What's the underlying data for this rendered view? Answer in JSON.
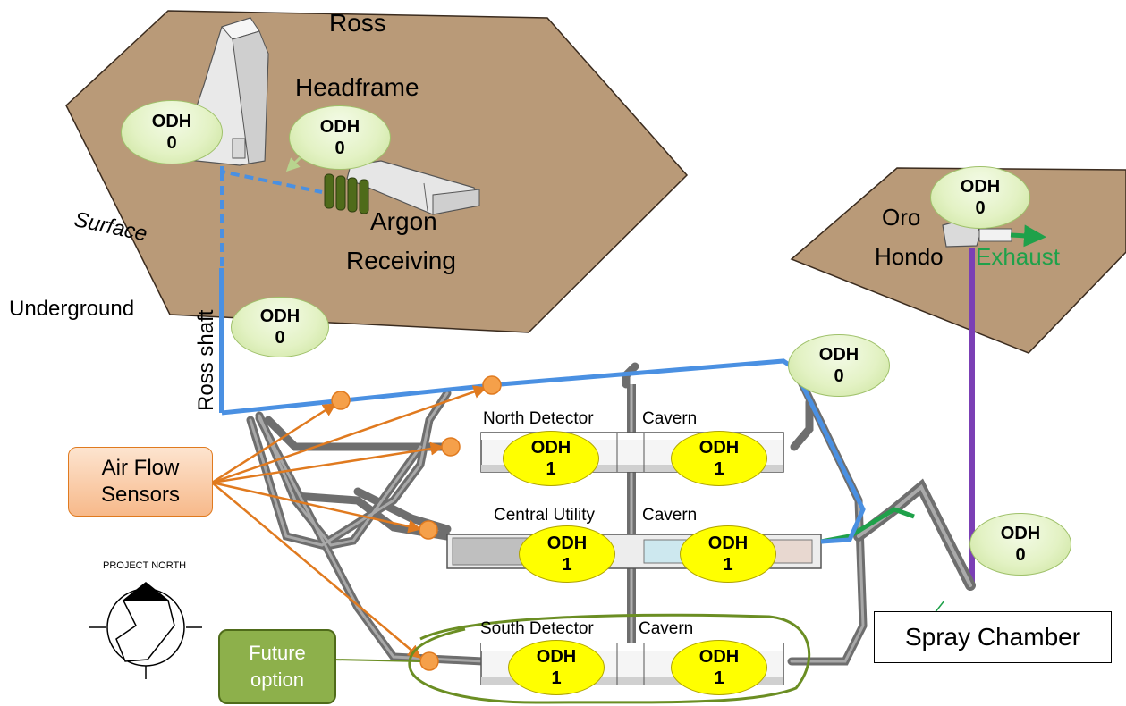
{
  "labels": {
    "ross_headframe_1": "Ross",
    "ross_headframe_2": "Headframe",
    "surface": "Surface",
    "underground": "Underground",
    "argon_1": "Argon",
    "argon_2": "Receiving",
    "ross_shaft": "Ross shaft",
    "oro_1": "Oro",
    "oro_2": "Hondo",
    "exhaust": "Exhaust",
    "north_a": "North Detector",
    "north_b": "Cavern",
    "central_a": "Central Utility",
    "central_b": "Cavern",
    "south_a": "South Detector",
    "south_b": "Cavern",
    "project_north": "PROJECT NORTH"
  },
  "boxes": {
    "air_flow_1": "Air Flow",
    "air_flow_2": "Sensors",
    "future_1": "Future",
    "future_2": "option",
    "spray": "Spray Chamber"
  },
  "odh_badges": [
    {
      "label": "ODH",
      "value": "0"
    },
    {
      "label": "ODH",
      "value": "0"
    },
    {
      "label": "ODH",
      "value": "0"
    },
    {
      "label": "ODH",
      "value": "0"
    },
    {
      "label": "ODH",
      "value": "0"
    },
    {
      "label": "ODH",
      "value": "0"
    },
    {
      "label": "ODH",
      "value": "1"
    },
    {
      "label": "ODH",
      "value": "1"
    },
    {
      "label": "ODH",
      "value": "1"
    },
    {
      "label": "ODH",
      "value": "1"
    },
    {
      "label": "ODH",
      "value": "1"
    },
    {
      "label": "ODH",
      "value": "1"
    }
  ],
  "colors": {
    "surface": "#b99a78",
    "shaft_line": "#4a90e2",
    "purple_shaft": "#7b3fb5",
    "exhaust_green": "#1fa14a",
    "arrows": "#e07a1f",
    "sensor_dot": "#f5a04a",
    "future_outline": "#6b8e23"
  }
}
